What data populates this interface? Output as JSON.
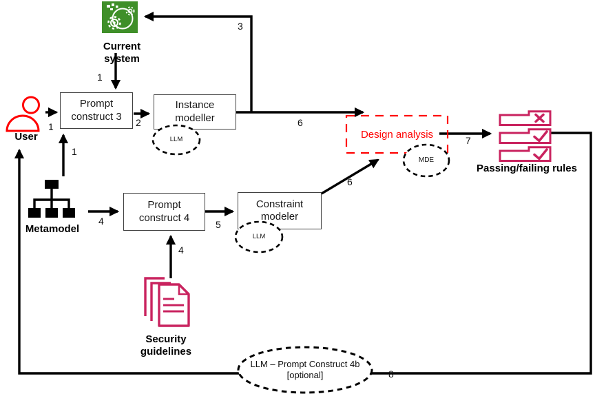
{
  "diagram": {
    "nodes": {
      "current_system": {
        "label": "Current system"
      },
      "user": {
        "label": "User"
      },
      "prompt_construct_3": {
        "label": "Prompt construct 3"
      },
      "instance_modeller": {
        "label": "Instance modeller"
      },
      "design_analysis": {
        "label": "Design analysis"
      },
      "passing_failing_rules": {
        "label": "Passing/failing rules"
      },
      "metamodel": {
        "label": "Metamodel"
      },
      "prompt_construct_4": {
        "label": "Prompt construct 4"
      },
      "constraint_modeler": {
        "label": "Constraint modeler"
      },
      "security_guidelines": {
        "label": "Security guidelines"
      }
    },
    "clouds": {
      "llm_instance": {
        "label": "LLM"
      },
      "llm_constraint": {
        "label": "LLM"
      },
      "mde": {
        "label": "MDE"
      },
      "llm_prompt_4b": {
        "line1": "LLM – Prompt Construct 4b",
        "line2": "[optional]"
      }
    },
    "edge_labels": {
      "current_system_to_pc3": "1",
      "user_to_pc3": "1",
      "metamodel_to_pc3": "1",
      "pc3_to_instance": "2",
      "instance_to_current_system": "3",
      "metamodel_to_pc4": "4",
      "security_to_pc4": "4",
      "pc4_to_constraint": "5",
      "instance_to_design": "6",
      "constraint_to_design": "6",
      "design_to_rules": "7",
      "rules_to_user": "8"
    },
    "icons": {
      "current_system": "gears-system-icon",
      "user": "person-icon",
      "metamodel": "hierarchy-icon",
      "passing_failing_rules": "checklist-flags-icon",
      "security_guidelines": "documents-icon"
    },
    "colors": {
      "line_black": "#000000",
      "design_analysis_red": "#ff0000",
      "user_red": "#ff0000",
      "accent_pink": "#c9235f",
      "accent_green": "#3f8f29"
    }
  }
}
